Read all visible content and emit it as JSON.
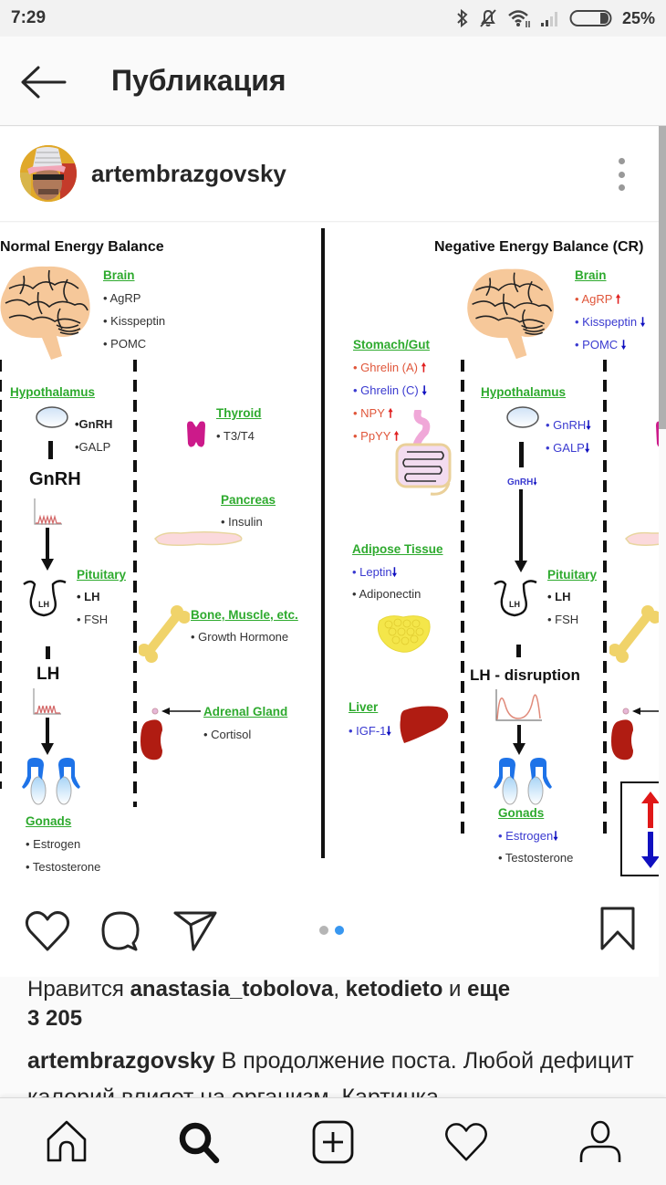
{
  "status_bar": {
    "time": "7:29",
    "icons": [
      "bluetooth-icon",
      "notifications-off-icon",
      "wifi-icon",
      "signal-icon",
      "battery-icon"
    ],
    "battery_percent": "25%"
  },
  "app_bar": {
    "back_icon": "arrow-left-icon",
    "title": "Публикация"
  },
  "post": {
    "username": "artembrazgovsky",
    "more_icon": "more-vertical-icon",
    "image": {
      "left_panel": {
        "title": "Normal Energy Balance",
        "brain": {
          "label": "Brain",
          "items": [
            "• AgRP",
            "• Kisspeptin",
            "• POMC"
          ]
        },
        "hypothalamus": {
          "label": "Hypothalamus",
          "items": [
            "•GnRH",
            "•GALP"
          ]
        },
        "gnrh_big": "GnRH",
        "thyroid": {
          "label": "Thyroid",
          "items": [
            "• T3/T4"
          ]
        },
        "pancreas": {
          "label": "Pancreas",
          "items": [
            "• Insulin"
          ]
        },
        "pituitary": {
          "label": "Pituitary",
          "items": [
            "• LH",
            "• FSH"
          ],
          "gland_text": "LH"
        },
        "bone": {
          "label": "Bone, Muscle, etc.",
          "items": [
            "• Growth Hormone"
          ]
        },
        "lh_big": "LH",
        "adrenal": {
          "label": "Adrenal Gland",
          "items": [
            "• Cortisol"
          ]
        },
        "gonads": {
          "label": "Gonads",
          "items": [
            "• Estrogen",
            "• Testosterone"
          ]
        }
      },
      "right_panel": {
        "title": "Negative Energy Balance (CR)",
        "brain": {
          "label": "Brain",
          "items": [
            {
              "text": "• AgRP",
              "dir": "up",
              "arrow": "🠕"
            },
            {
              "text": "• Kisspeptin",
              "dir": "down",
              "arrow": "🠗"
            },
            {
              "text": "• POMC",
              "dir": "down",
              "arrow": "🠗"
            }
          ]
        },
        "stomach": {
          "label": "Stomach/Gut",
          "items": [
            {
              "text": "• Ghrelin (A)",
              "dir": "up",
              "arrow": "🠕"
            },
            {
              "text": "• Ghrelin (C)",
              "dir": "down",
              "arrow": "🠗"
            },
            {
              "text": "• NPY",
              "dir": "up",
              "arrow": "🠕"
            },
            {
              "text": "• PpYY",
              "dir": "up",
              "arrow": "🠕"
            }
          ]
        },
        "hypothalamus": {
          "label": "Hypothalamus",
          "items": [
            {
              "text": "• GnRH",
              "dir": "down",
              "arrow": "🠗"
            },
            {
              "text": "• GALP",
              "dir": "down",
              "arrow": "🠗"
            }
          ]
        },
        "gnrh_small": "GnRH",
        "gnrh_small_arrow": "🠗",
        "adipose": {
          "label": "Adipose Tissue",
          "items": [
            {
              "text": "• Leptin",
              "dir": "down",
              "arrow": "🠗"
            },
            {
              "text": "• Adiponectin",
              "dir": "none",
              "arrow": ""
            }
          ]
        },
        "pituitary": {
          "label": "Pituitary",
          "items": [
            "• LH",
            "• FSH"
          ],
          "gland_text": "LH"
        },
        "lh_disruption": "LH - disruption",
        "liver": {
          "label": "Liver",
          "items": [
            {
              "text": "• IGF-1",
              "dir": "down",
              "arrow": "🠗"
            }
          ]
        },
        "gonads": {
          "label": "Gonads",
          "items": [
            {
              "text": "• Estrogen",
              "dir": "down",
              "arrow": "🠗"
            },
            {
              "text": "• Testosterone",
              "dir": "none",
              "arrow": ""
            }
          ]
        }
      },
      "colors": {
        "label_green": "#2eaa2e",
        "up_red": "#e0563a",
        "down_blue": "#3a3ad0",
        "brain_fill": "#f6c89a",
        "gonad_blue": "#1e73e8",
        "organ_red": "#b01c12",
        "thyroid_magenta": "#cc1a8a",
        "bone_yellow": "#f0d36a"
      }
    },
    "actions": {
      "like_icon": "heart-icon",
      "comment_icon": "comment-icon",
      "share_icon": "send-icon",
      "save_icon": "bookmark-icon",
      "carousel_total": 2,
      "carousel_active": 2
    },
    "likes": {
      "prefix": "Нравится ",
      "user1": "anastasia_tobolova",
      "sep": ", ",
      "user2": "ketodieto",
      "conj": " и ",
      "more": "еще",
      "count": "3 205"
    },
    "caption": {
      "username": "artembrazgovsky",
      "text": " В продолжение поста. Любой дефицит калорий влияет на организм. Картинка"
    }
  },
  "bottom_nav": {
    "items": [
      {
        "name": "home",
        "icon": "home-icon",
        "active": false
      },
      {
        "name": "search",
        "icon": "search-icon",
        "active": true
      },
      {
        "name": "new-post",
        "icon": "add-square-icon",
        "active": false
      },
      {
        "name": "activity",
        "icon": "heart-icon",
        "active": false
      },
      {
        "name": "profile",
        "icon": "profile-icon",
        "active": false
      }
    ]
  }
}
